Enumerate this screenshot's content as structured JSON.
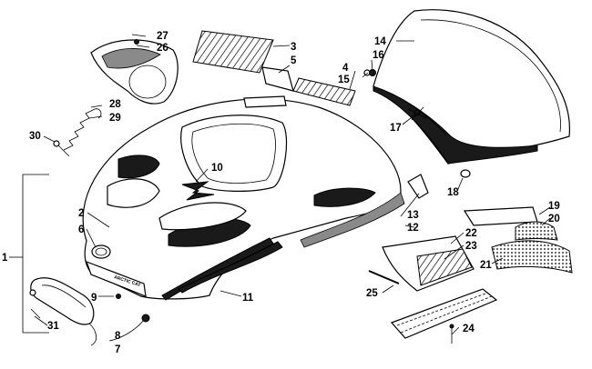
{
  "callouts": {
    "c1": "1",
    "c2": "2",
    "c3": "3",
    "c4": "4",
    "c5": "5",
    "c6": "6",
    "c7": "7",
    "c8": "8",
    "c9": "9",
    "c10": "10",
    "c11": "11",
    "c12": "12",
    "c13": "13",
    "c14": "14",
    "c15": "15",
    "c16": "16",
    "c17": "17",
    "c18": "18",
    "c19": "19",
    "c20": "20",
    "c21": "21",
    "c22": "22",
    "c23": "23",
    "c24": "24",
    "c25": "25",
    "c26": "26",
    "c27": "27",
    "c28": "28",
    "c29": "29",
    "c30": "30",
    "c31": "31"
  },
  "decals": {
    "nose_text": "ARCTIC CAT"
  },
  "colors": {
    "line": "#000000",
    "fill_dark": "#1a1a1a",
    "fill_grey": "#8a8a8a",
    "background": "#ffffff"
  }
}
